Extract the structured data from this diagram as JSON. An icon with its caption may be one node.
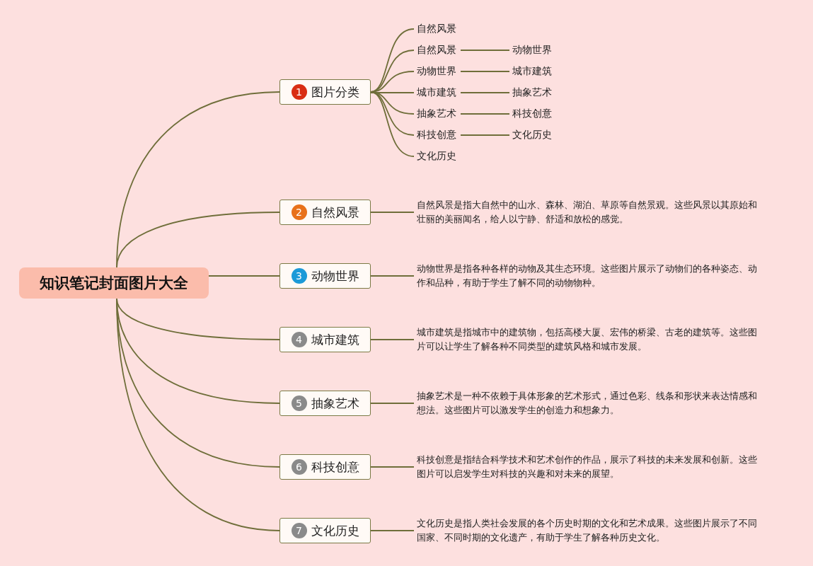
{
  "diagram": {
    "nodes": [
      {
        "text": [
          "知识笔记封面图片大全"
        ]
      },
      {
        "text": [
          "1",
          "图片分类"
        ]
      },
      {
        "text": [
          "自然风景"
        ]
      },
      {
        "text": [
          "自然风景"
        ]
      },
      {
        "text": [
          "动物世界"
        ]
      },
      {
        "text": [
          "城市建筑"
        ]
      },
      {
        "text": [
          "抽象艺术"
        ]
      },
      {
        "text": [
          "科技创意"
        ]
      },
      {
        "text": [
          "文化历史"
        ]
      },
      {
        "text": [
          "动物世界"
        ]
      },
      {
        "text": [
          "城市建筑"
        ]
      },
      {
        "text": [
          "抽象艺术"
        ]
      },
      {
        "text": [
          "科技创意"
        ]
      },
      {
        "text": [
          "文化历史"
        ]
      },
      {
        "text": [
          "2",
          "自然风景"
        ]
      },
      {
        "text": [
          "自然风景是指大自然中的山水、森林、湖泊、草原等自然景观。这些风景以其原始和壮丽的美丽闻名，给人以宁静、舒适和放松的感觉。"
        ]
      },
      {
        "text": [
          "3",
          "动物世界"
        ]
      },
      {
        "text": [
          "动物世界是指各种各样的动物及其生态环境。这些图片展示了动物们的各种姿态、动作和品种，有助于学生了解不同的动物物种。"
        ]
      },
      {
        "text": [
          "4",
          "城市建筑"
        ]
      },
      {
        "text": [
          "城市建筑是指城市中的建筑物，包括高楼大厦、宏伟的桥梁、古老的建筑等。这些图片可以让学生了解各种不同类型的建筑风格和城市发展。"
        ]
      },
      {
        "text": [
          "5",
          "抽象艺术"
        ]
      },
      {
        "text": [
          "抽象艺术是一种不依赖于具体形象的艺术形式，通过色彩、线条和形状来表达情感和想法。这些图片可以激发学生的创造力和想象力。"
        ]
      },
      {
        "text": [
          "6",
          "科技创意"
        ]
      },
      {
        "text": [
          "科技创意是指结合科学技术和艺术创作的作品，展示了科技的未来发展和创新。这些图片可以启发学生对科技的兴趣和对未来的展望。"
        ]
      },
      {
        "text": [
          "7",
          "文化历史"
        ]
      },
      {
        "text": [
          "文化历史是指人类社会发展的各个历史时期的文化和艺术成果。这些图片展示了不同国家、不同时期的文化遗产，有助于学生了解各种历史文化。"
        ]
      }
    ],
    "edges": [
      {
        "from": 0,
        "to": 1,
        "arrow": "none"
      },
      {
        "from": 1,
        "to": 2,
        "arrow": "none"
      },
      {
        "from": 1,
        "to": 3,
        "arrow": "none"
      },
      {
        "from": 1,
        "to": 4,
        "arrow": "none"
      },
      {
        "from": 1,
        "to": 5,
        "arrow": "none"
      },
      {
        "from": 1,
        "to": 6,
        "arrow": "none"
      },
      {
        "from": 1,
        "to": 7,
        "arrow": "none"
      },
      {
        "from": 1,
        "to": 8,
        "arrow": "none"
      },
      {
        "from": 3,
        "to": 9,
        "arrow": "none"
      },
      {
        "from": 4,
        "to": 10,
        "arrow": "none"
      },
      {
        "from": 5,
        "to": 11,
        "arrow": "none"
      },
      {
        "from": 6,
        "to": 12,
        "arrow": "none"
      },
      {
        "from": 7,
        "to": 13,
        "arrow": "none"
      },
      {
        "from": 0,
        "to": 14,
        "arrow": "none"
      },
      {
        "from": 14,
        "to": 15,
        "arrow": "none"
      },
      {
        "from": 0,
        "to": 16,
        "arrow": "none"
      },
      {
        "from": 16,
        "to": 17,
        "arrow": "none"
      },
      {
        "from": 0,
        "to": 18,
        "arrow": "none"
      },
      {
        "from": 18,
        "to": 19,
        "arrow": "none"
      },
      {
        "from": 0,
        "to": 20,
        "arrow": "none"
      },
      {
        "from": 20,
        "to": 21,
        "arrow": "none"
      },
      {
        "from": 0,
        "to": 22,
        "arrow": "none"
      },
      {
        "from": 22,
        "to": 23,
        "arrow": "none"
      },
      {
        "from": 0,
        "to": 24,
        "arrow": "none"
      },
      {
        "from": 24,
        "to": 25,
        "arrow": "none"
      }
    ]
  }
}
